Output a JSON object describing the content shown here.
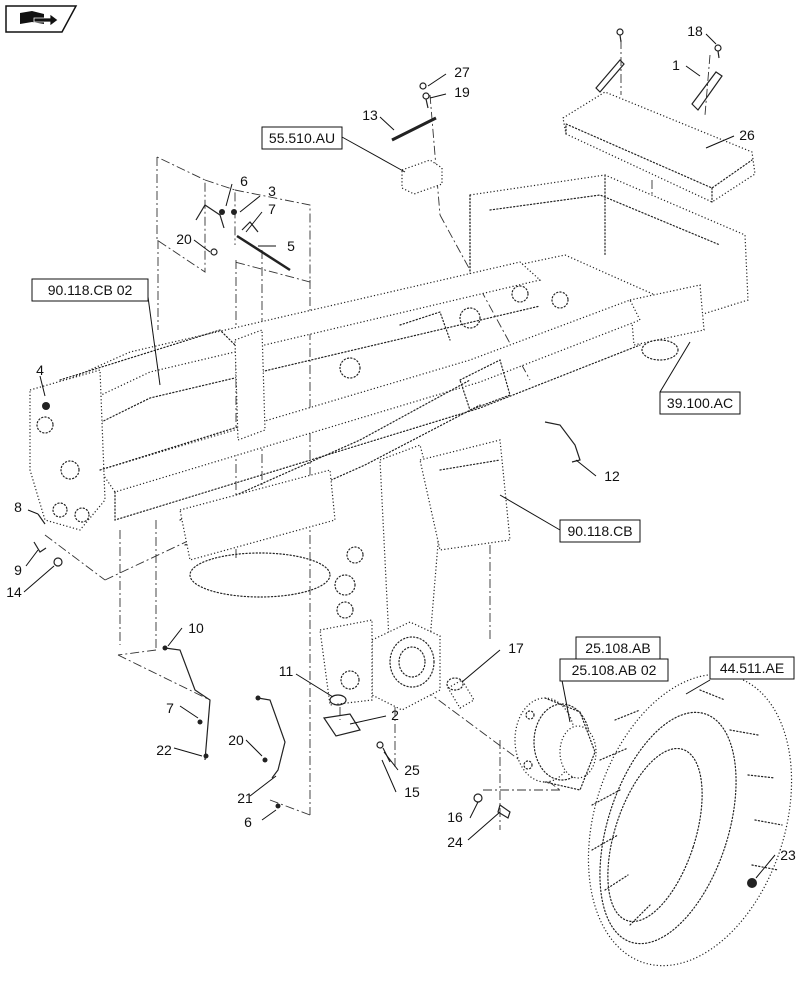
{
  "callouts": [
    {
      "id": "c1",
      "text": "1"
    },
    {
      "id": "c2",
      "text": "2"
    },
    {
      "id": "c3",
      "text": "3"
    },
    {
      "id": "c4",
      "text": "4"
    },
    {
      "id": "c5",
      "text": "5"
    },
    {
      "id": "c6a",
      "text": "6"
    },
    {
      "id": "c6b",
      "text": "6"
    },
    {
      "id": "c7a",
      "text": "7"
    },
    {
      "id": "c7b",
      "text": "7"
    },
    {
      "id": "c8",
      "text": "8"
    },
    {
      "id": "c9",
      "text": "9"
    },
    {
      "id": "c10",
      "text": "10"
    },
    {
      "id": "c11",
      "text": "11"
    },
    {
      "id": "c12",
      "text": "12"
    },
    {
      "id": "c13",
      "text": "13"
    },
    {
      "id": "c14",
      "text": "14"
    },
    {
      "id": "c15",
      "text": "15"
    },
    {
      "id": "c16",
      "text": "16"
    },
    {
      "id": "c17",
      "text": "17"
    },
    {
      "id": "c18",
      "text": "18"
    },
    {
      "id": "c19",
      "text": "19"
    },
    {
      "id": "c20a",
      "text": "20"
    },
    {
      "id": "c20b",
      "text": "20"
    },
    {
      "id": "c21",
      "text": "21"
    },
    {
      "id": "c22",
      "text": "22"
    },
    {
      "id": "c23",
      "text": "23"
    },
    {
      "id": "c24",
      "text": "24"
    },
    {
      "id": "c25",
      "text": "25"
    },
    {
      "id": "c26",
      "text": "26"
    },
    {
      "id": "c27",
      "text": "27"
    }
  ],
  "reference_boxes": [
    {
      "id": "r1",
      "text": "55.510.AU"
    },
    {
      "id": "r2",
      "text": "90.118.CB 02"
    },
    {
      "id": "r3",
      "text": "39.100.AC"
    },
    {
      "id": "r4",
      "text": "90.118.CB"
    },
    {
      "id": "r5",
      "text": "25.108.AB"
    },
    {
      "id": "r6",
      "text": "25.108.AB 02"
    },
    {
      "id": "r7",
      "text": "44.511.AE"
    }
  ],
  "icons": {
    "corner": "book-arrow-icon"
  }
}
